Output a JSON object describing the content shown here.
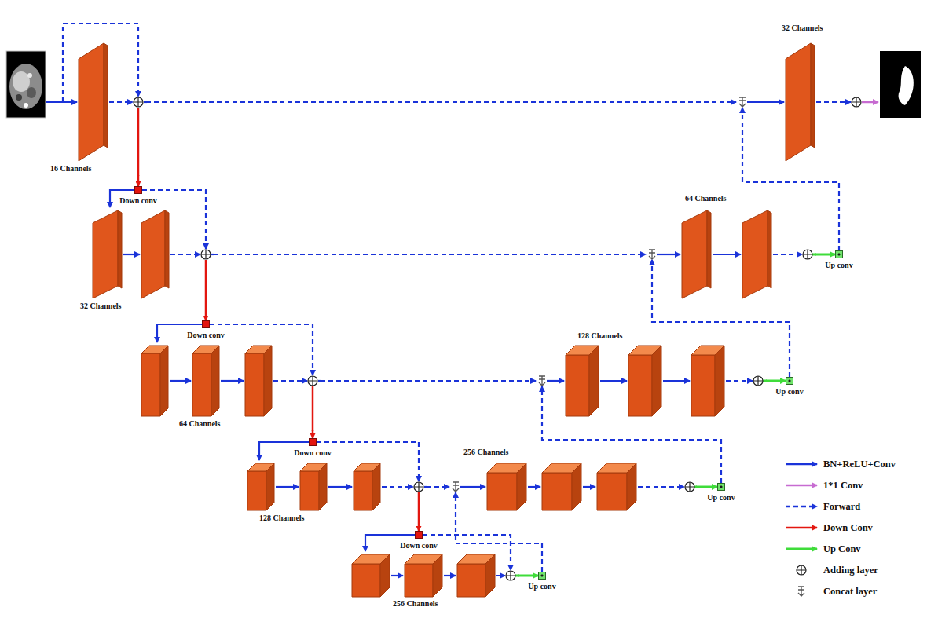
{
  "diagram": {
    "nodes": [
      {
        "text": [
          "16 Channels"
        ]
      },
      {
        "text": [
          "32 Channels"
        ]
      },
      {
        "text": [
          "Down conv"
        ]
      },
      {
        "text": [
          "32 Channels"
        ]
      },
      {
        "text": [
          "64 Channels"
        ]
      },
      {
        "text": [
          "Up conv"
        ]
      },
      {
        "text": [
          "Down conv"
        ]
      },
      {
        "text": [
          "64 Channels"
        ]
      },
      {
        "text": [
          "128 Channels"
        ]
      },
      {
        "text": [
          "Up conv"
        ]
      },
      {
        "text": [
          "Down conv"
        ]
      },
      {
        "text": [
          "128 Channels"
        ]
      },
      {
        "text": [
          "256 Channels"
        ]
      },
      {
        "text": [
          "Up conv"
        ]
      },
      {
        "text": [
          "Down conv"
        ]
      },
      {
        "text": [
          "256 Channels"
        ]
      },
      {
        "text": [
          "Up conv"
        ]
      }
    ],
    "edges": [
      {
        "from": 0,
        "to": 2,
        "arrow": "to"
      },
      {
        "from": 2,
        "to": 3,
        "arrow": "to"
      },
      {
        "from": 3,
        "to": 6,
        "arrow": "to"
      },
      {
        "from": 6,
        "to": 7,
        "arrow": "to"
      },
      {
        "from": 7,
        "to": 10,
        "arrow": "to"
      },
      {
        "from": 10,
        "to": 11,
        "arrow": "to"
      },
      {
        "from": 11,
        "to": 14,
        "arrow": "to"
      },
      {
        "from": 14,
        "to": 15,
        "arrow": "to"
      },
      {
        "from": 15,
        "to": 16,
        "arrow": "to"
      },
      {
        "from": 16,
        "to": 12,
        "arrow": "to"
      },
      {
        "from": 11,
        "to": 12,
        "arrow": "to"
      },
      {
        "from": 12,
        "to": 13,
        "arrow": "to"
      },
      {
        "from": 13,
        "to": 8,
        "arrow": "to"
      },
      {
        "from": 7,
        "to": 8,
        "arrow": "to"
      },
      {
        "from": 8,
        "to": 9,
        "arrow": "to"
      },
      {
        "from": 9,
        "to": 4,
        "arrow": "to"
      },
      {
        "from": 3,
        "to": 4,
        "arrow": "to"
      },
      {
        "from": 4,
        "to": 5,
        "arrow": "to"
      },
      {
        "from": 5,
        "to": 1,
        "arrow": "to"
      },
      {
        "from": 0,
        "to": 1,
        "arrow": "to"
      }
    ],
    "legend": [
      {
        "text": "BN+ReLU+Conv"
      },
      {
        "text": "1*1 Conv"
      },
      {
        "text": "Forward"
      },
      {
        "text": "Down Conv"
      },
      {
        "text": "Up Conv"
      },
      {
        "text": "Adding layer"
      },
      {
        "text": "Concat layer"
      }
    ]
  }
}
